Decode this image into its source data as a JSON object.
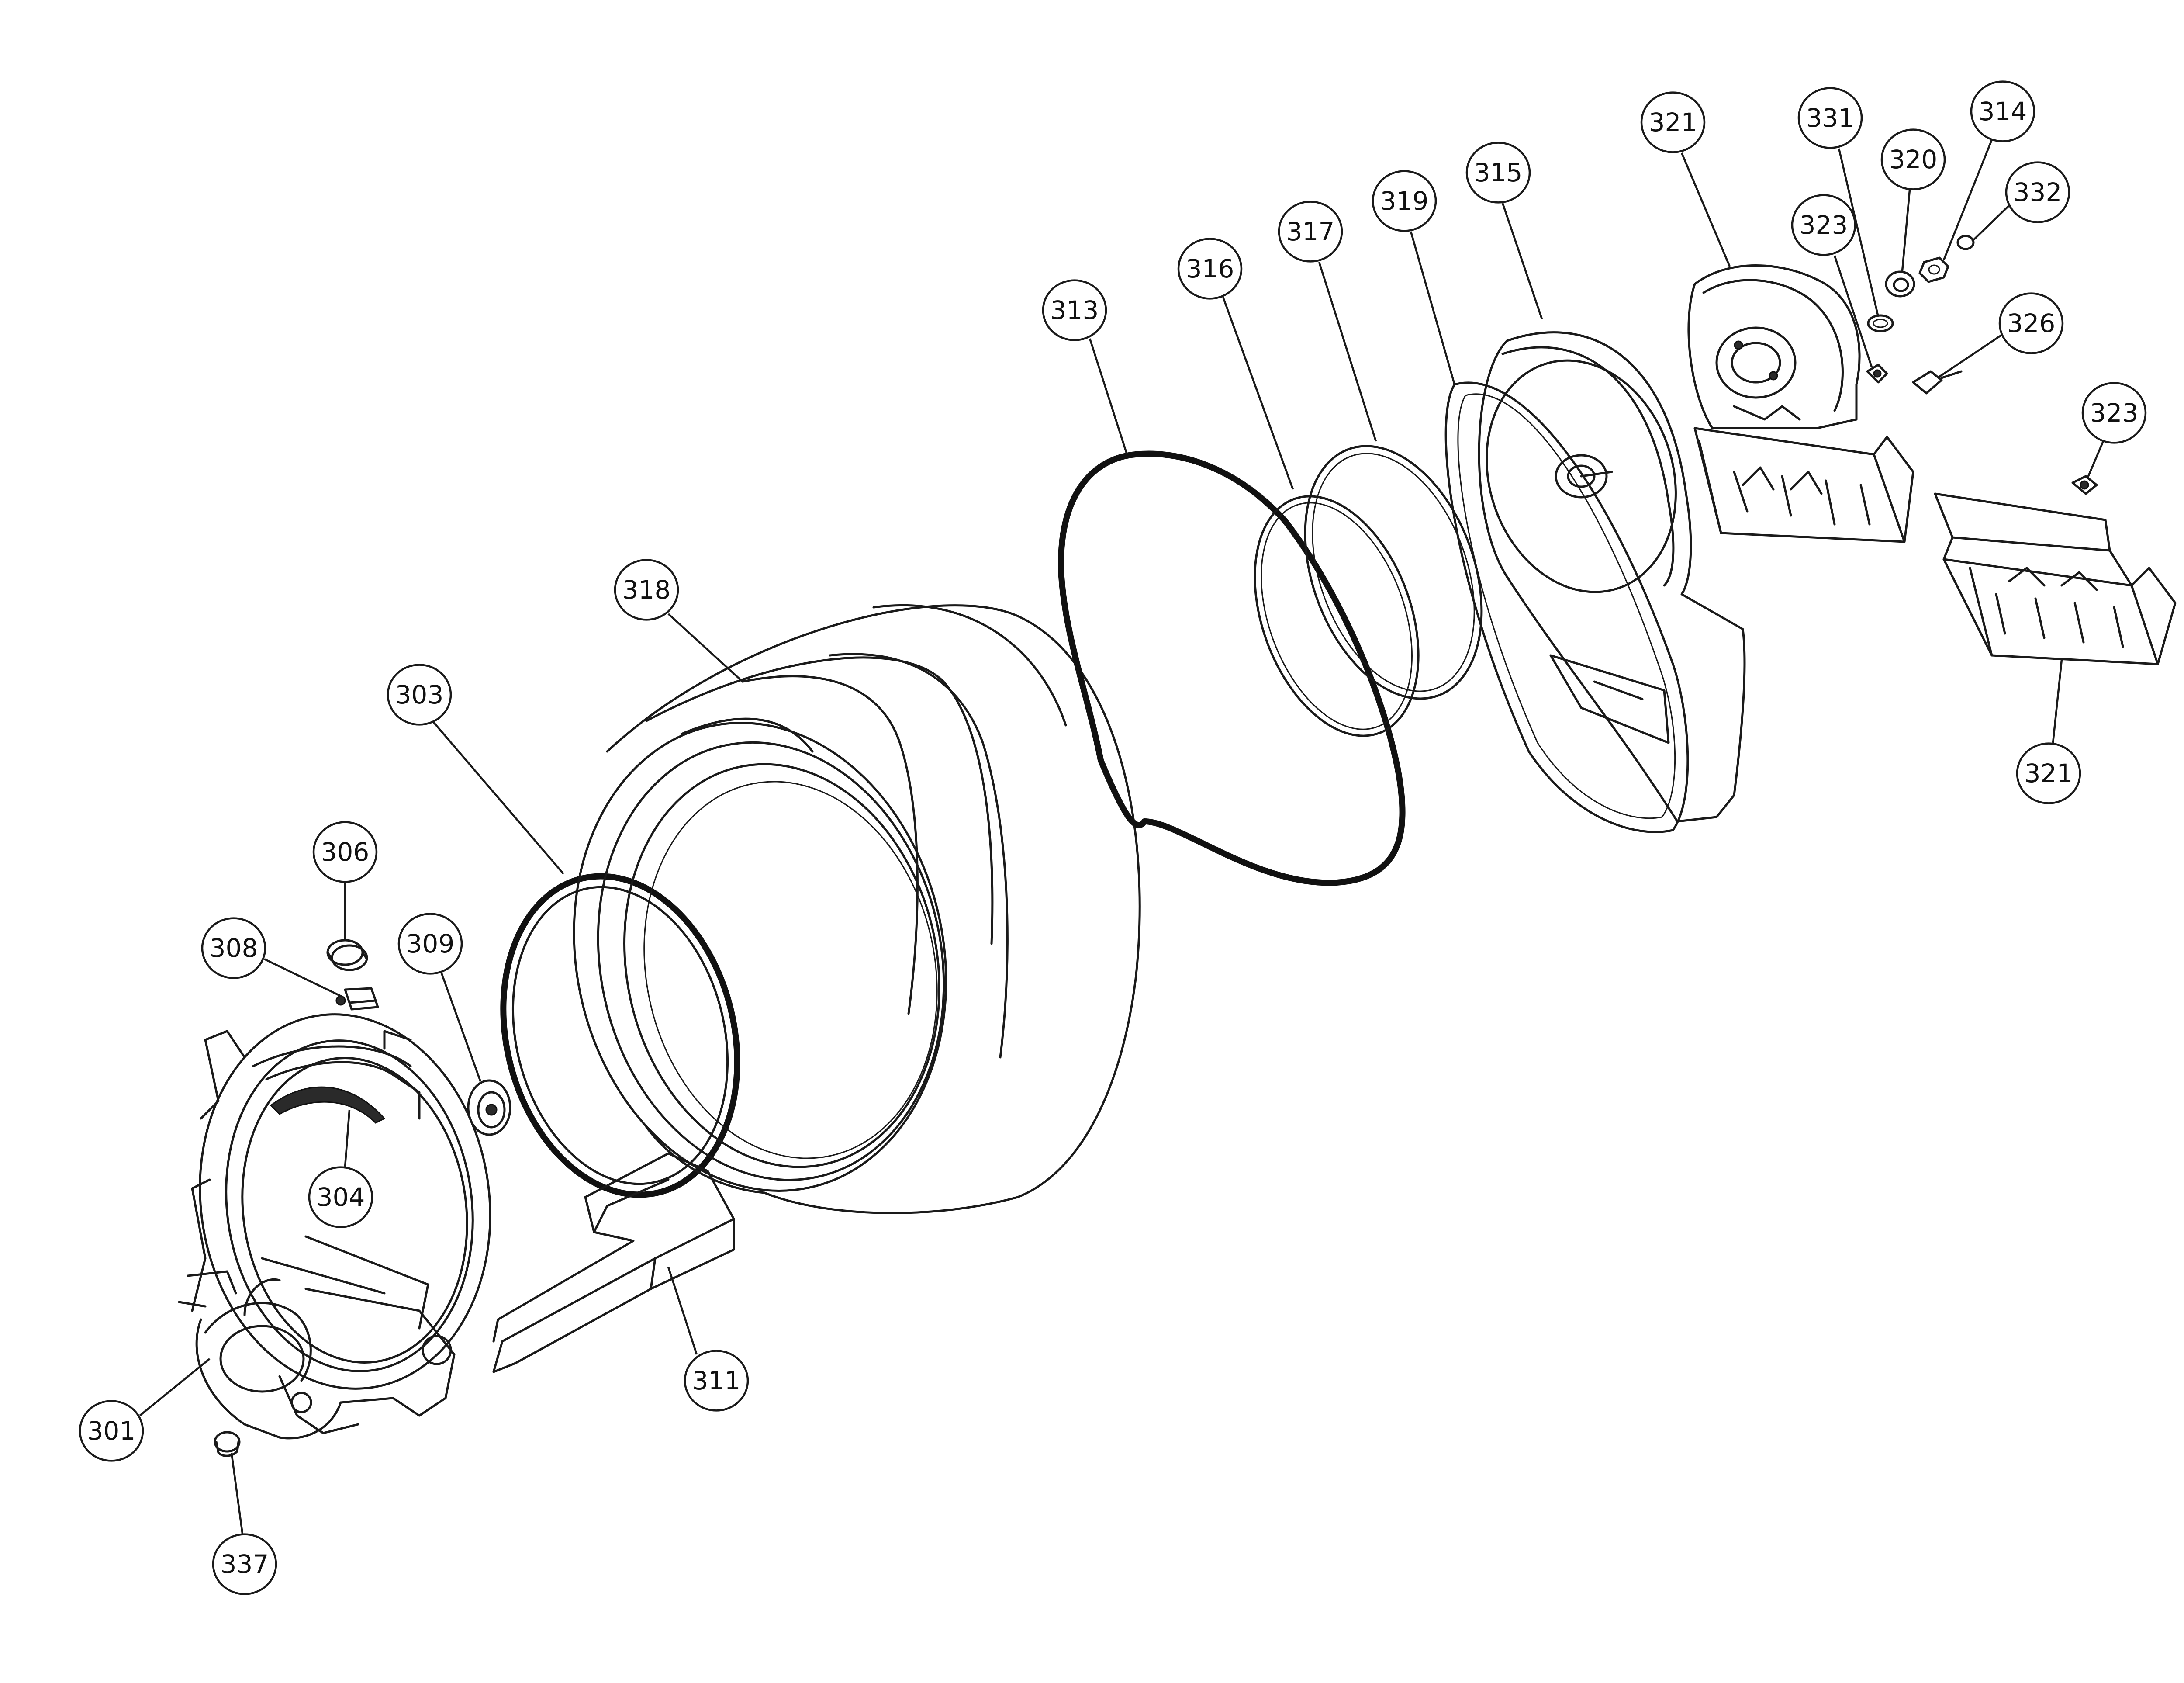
{
  "diagram": {
    "colors": {
      "line": "#1a1a1a",
      "background": "#ffffff"
    },
    "callouts": [
      {
        "id": "c301",
        "label": "301"
      },
      {
        "id": "c303",
        "label": "303"
      },
      {
        "id": "c304",
        "label": "304"
      },
      {
        "id": "c306",
        "label": "306"
      },
      {
        "id": "c308",
        "label": "308"
      },
      {
        "id": "c309",
        "label": "309"
      },
      {
        "id": "c311",
        "label": "311"
      },
      {
        "id": "c313",
        "label": "313"
      },
      {
        "id": "c314",
        "label": "314"
      },
      {
        "id": "c315",
        "label": "315"
      },
      {
        "id": "c316",
        "label": "316"
      },
      {
        "id": "c317",
        "label": "317"
      },
      {
        "id": "c318",
        "label": "318"
      },
      {
        "id": "c319",
        "label": "319"
      },
      {
        "id": "c320",
        "label": "320"
      },
      {
        "id": "c321a",
        "label": "321"
      },
      {
        "id": "c321b",
        "label": "321"
      },
      {
        "id": "c323a",
        "label": "323"
      },
      {
        "id": "c323b",
        "label": "323"
      },
      {
        "id": "c326",
        "label": "326"
      },
      {
        "id": "c331",
        "label": "331"
      },
      {
        "id": "c332",
        "label": "332"
      },
      {
        "id": "c337",
        "label": "337"
      }
    ]
  }
}
